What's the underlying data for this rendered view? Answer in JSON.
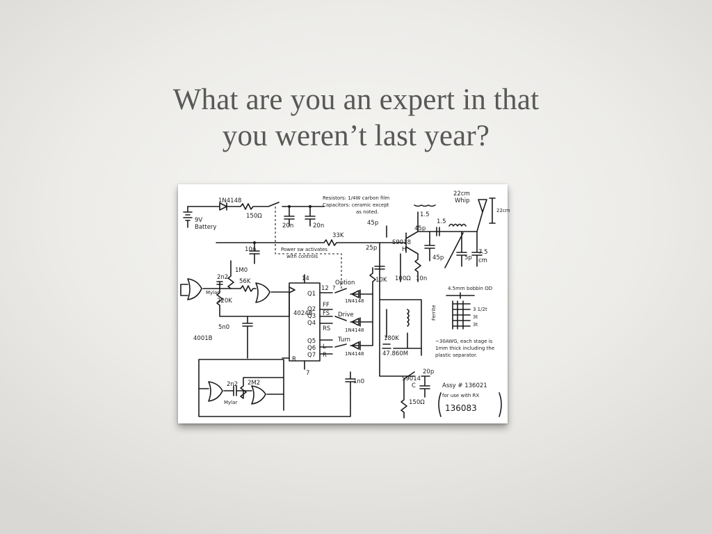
{
  "slide": {
    "title_lines": [
      "What are you an expert in that",
      "you weren’t last year?"
    ]
  },
  "schematic": {
    "labels": {
      "battery_voltage": "9V",
      "battery_label": "Battery",
      "diode_top": "1N4148",
      "res_150": "150Ω",
      "cap_20n_a": "20n",
      "cap_20n_b": "20n",
      "resistors_note": "Resistors: 1/4W carbon film",
      "capacitors_note": "Capacitors: ceramic except",
      "capacitors_note2": "as noted.",
      "res_33k": "33K",
      "cap_10n_top": "10n",
      "power_note": "Power sw activates",
      "power_note2": "with controls",
      "cap_45p_a": "45p",
      "cap_25p": "25p",
      "transistor_s9018": "S9018",
      "transistor_s9018_pin": "H",
      "res_100": "100Ω",
      "cap_10n_b": "10n",
      "cap_45p_b": "45p",
      "cap_45p_c": "45p",
      "cap_5p": "5p",
      "antenna_label": "22cm",
      "antenna_label2": "Whip",
      "antenna_length": "22cm",
      "inductor_a": "1.5",
      "inductor_b": "1.5",
      "coil_length": "7.5",
      "coil_length_unit": "cm",
      "res_1m0": "1M0",
      "cap_2n2_a": "2n2",
      "mylar_a": "Mylar",
      "res_56k": "56K",
      "res_220k": "220K",
      "cap_5n0": "5n0",
      "chip_4001": "4001B",
      "chip_4024": "4024B",
      "pin_14": "14",
      "pin_7": "7",
      "pin_12": "12",
      "pin_r": "R",
      "q1": "Q1",
      "q2": "Q2",
      "q3": "Q3",
      "q4": "Q4",
      "q5": "Q5",
      "q6": "Q6",
      "q7": "Q7",
      "question": "?",
      "option_label": "Option",
      "ff": "FF",
      "fs": "FS",
      "rs": "RS",
      "drive_label": "Drive",
      "turn_label": "Turn",
      "l_label": "L",
      "r_label": "R",
      "diode_1": "1N4148",
      "diode_2": "1N4148",
      "diode_3": "1N4148",
      "res_10k": "10K",
      "res_180k": "180K",
      "crystal": "47.860M",
      "cap_1n0": "1n0",
      "cap_2n2_b": "2n2",
      "mylar_b": "Mylar",
      "res_2m2": "2M2",
      "transistor_s9014": "S9014",
      "transistor_s9014_pin": "C",
      "cap_20p": "20p",
      "res_150_b": "150Ω",
      "bobbin_note": "4.5mm bobbin OD",
      "turns_a": "3 1/2t",
      "turns_b": "3t",
      "turns_c": "3t",
      "awg_note": "~30AWG, each stage is",
      "awg_note2": "1mm thick including the",
      "awg_note3": "plastic separator.",
      "ferrite_note": "Ferrite",
      "assy_label": "Assy # 136021",
      "assy_note": "for use with RX",
      "assy_rx": "136083"
    }
  }
}
